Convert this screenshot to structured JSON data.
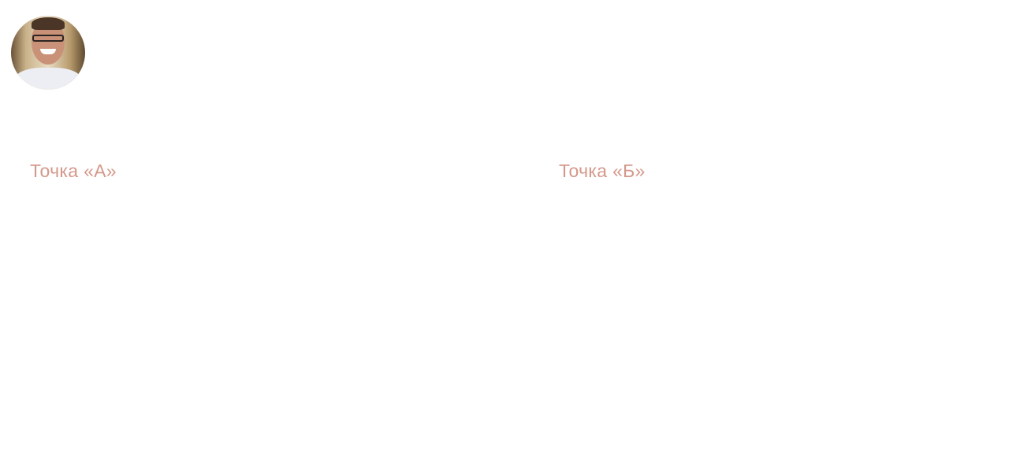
{
  "avatar": {
    "alt": "portrait"
  },
  "points": {
    "a_label": "Точка «А»",
    "b_label": "Точка «Б»"
  },
  "colors": {
    "accent": "#d4988a"
  }
}
